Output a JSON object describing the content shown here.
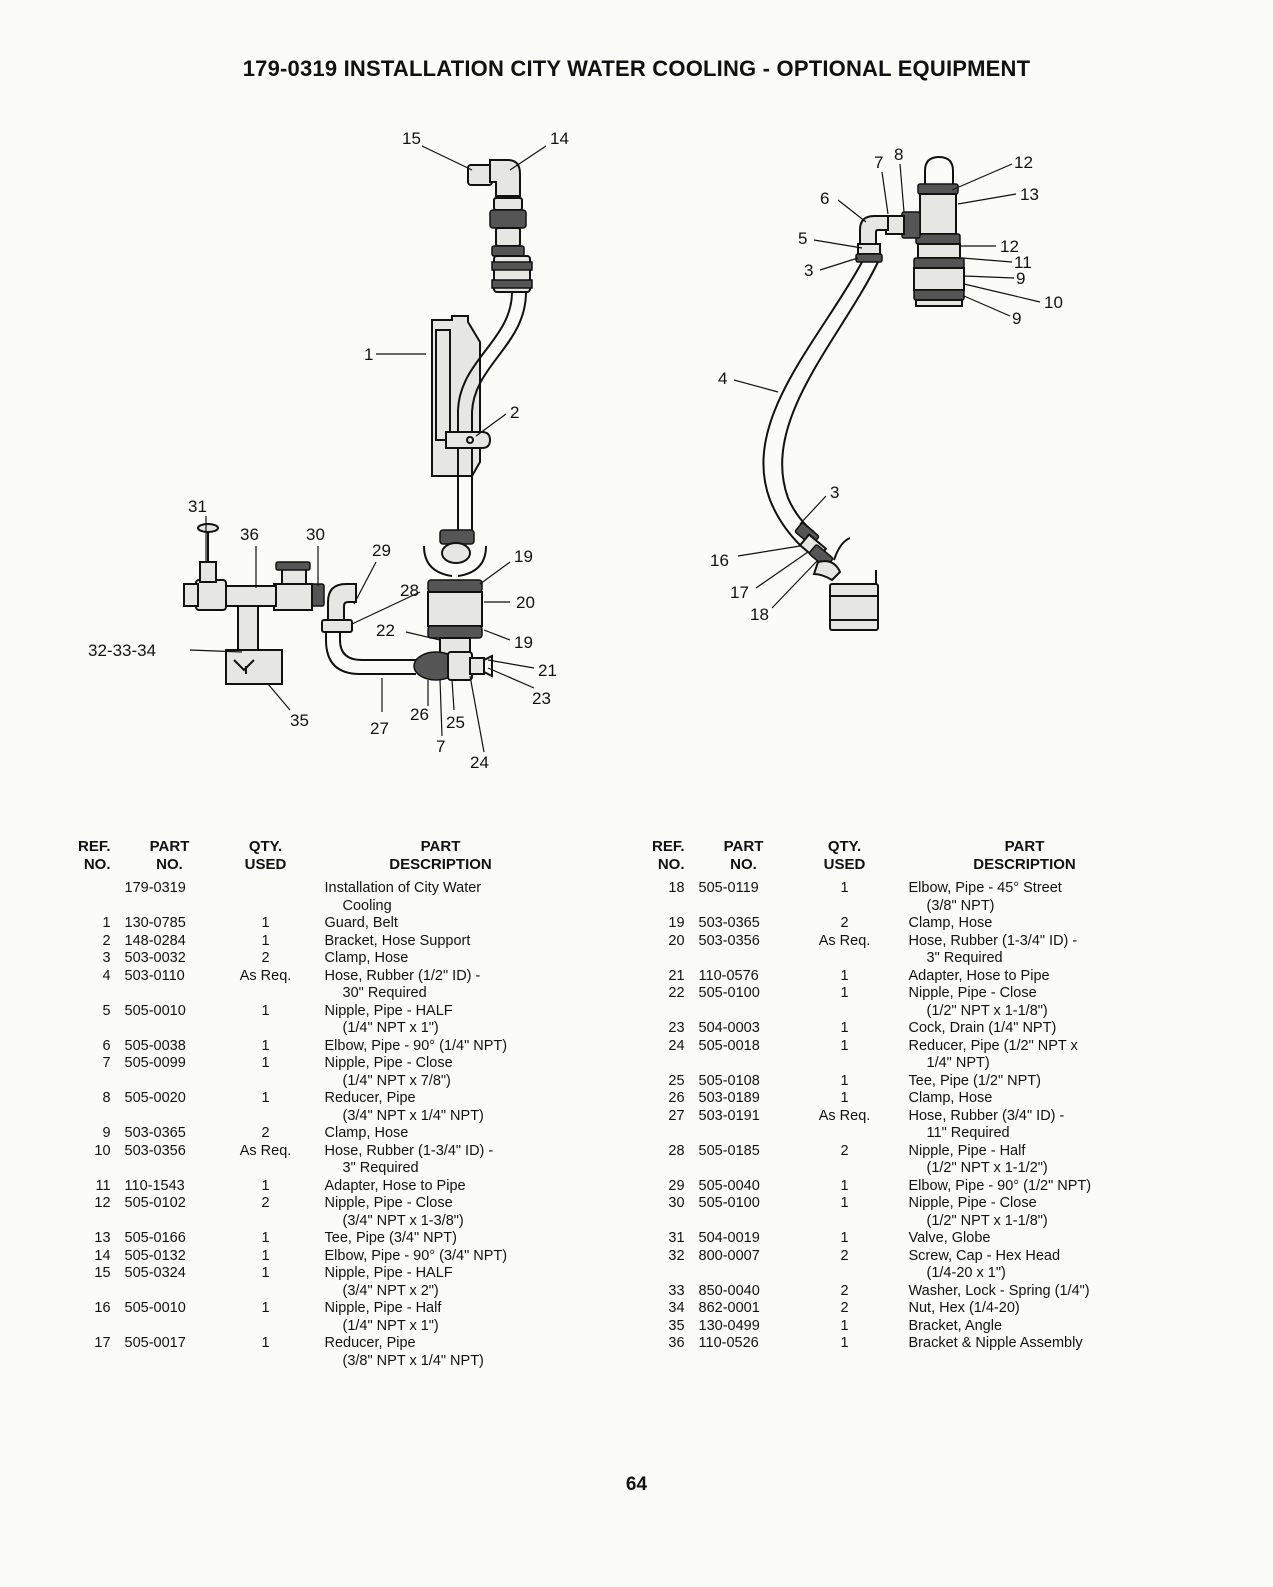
{
  "title": "179-0319 INSTALLATION CITY WATER COOLING - OPTIONAL EQUIPMENT",
  "diagram": {
    "callouts": {
      "c1": "1",
      "c2": "2",
      "c3a": "3",
      "c3b": "3",
      "c4": "4",
      "c5": "5",
      "c6": "6",
      "c7a": "7",
      "c7b": "7",
      "c8": "8",
      "c9a": "9",
      "c9b": "9",
      "c10": "10",
      "c11": "11",
      "c12a": "12",
      "c12b": "12",
      "c13": "13",
      "c14": "14",
      "c15": "15",
      "c16": "16",
      "c17": "17",
      "c18": "18",
      "c19a": "19",
      "c19b": "19",
      "c20": "20",
      "c21": "21",
      "c22": "22",
      "c23": "23",
      "c24": "24",
      "c25": "25",
      "c26": "26",
      "c27": "27",
      "c28": "28",
      "c29": "29",
      "c30": "30",
      "c31": "31",
      "c323334": "32-33-34",
      "c35": "35",
      "c36": "36"
    }
  },
  "table": {
    "headers": {
      "ref_1": "REF.",
      "ref_2": "NO.",
      "part_1": "PART",
      "part_2": "NO.",
      "qty_1": "QTY.",
      "qty_2": "USED",
      "desc_1": "PART",
      "desc_2": "DESCRIPTION"
    },
    "left": [
      {
        "ref": "",
        "part": "179-0319",
        "qty": "",
        "desc": [
          "Installation of City Water",
          "Cooling"
        ]
      },
      {
        "ref": "1",
        "part": "130-0785",
        "qty": "1",
        "desc": [
          "Guard, Belt"
        ]
      },
      {
        "ref": "2",
        "part": "148-0284",
        "qty": "1",
        "desc": [
          "Bracket, Hose Support"
        ]
      },
      {
        "ref": "3",
        "part": "503-0032",
        "qty": "2",
        "desc": [
          "Clamp, Hose"
        ]
      },
      {
        "ref": "4",
        "part": "503-0110",
        "qty": "As Req.",
        "desc": [
          "Hose, Rubber (1/2\" ID) -",
          "30\" Required"
        ]
      },
      {
        "ref": "5",
        "part": "505-0010",
        "qty": "1",
        "desc": [
          "Nipple, Pipe - HALF",
          "(1/4\" NPT x 1\")"
        ]
      },
      {
        "ref": "6",
        "part": "505-0038",
        "qty": "1",
        "desc": [
          "Elbow, Pipe - 90° (1/4\" NPT)"
        ]
      },
      {
        "ref": "7",
        "part": "505-0099",
        "qty": "1",
        "desc": [
          "Nipple, Pipe - Close",
          "(1/4\" NPT x 7/8\")"
        ]
      },
      {
        "ref": "8",
        "part": "505-0020",
        "qty": "1",
        "desc": [
          "Reducer, Pipe",
          "(3/4\" NPT x 1/4\" NPT)"
        ]
      },
      {
        "ref": "9",
        "part": "503-0365",
        "qty": "2",
        "desc": [
          "Clamp, Hose"
        ]
      },
      {
        "ref": "10",
        "part": "503-0356",
        "qty": "As Req.",
        "desc": [
          "Hose, Rubber (1-3/4\" ID) -",
          "3\" Required"
        ]
      },
      {
        "ref": "11",
        "part": "110-1543",
        "qty": "1",
        "desc": [
          "Adapter, Hose to Pipe"
        ]
      },
      {
        "ref": "12",
        "part": "505-0102",
        "qty": "2",
        "desc": [
          "Nipple, Pipe - Close",
          "(3/4\" NPT x 1-3/8\")"
        ]
      },
      {
        "ref": "13",
        "part": "505-0166",
        "qty": "1",
        "desc": [
          "Tee, Pipe (3/4\" NPT)"
        ]
      },
      {
        "ref": "14",
        "part": "505-0132",
        "qty": "1",
        "desc": [
          "Elbow, Pipe - 90° (3/4\" NPT)"
        ]
      },
      {
        "ref": "15",
        "part": "505-0324",
        "qty": "1",
        "desc": [
          "Nipple, Pipe - HALF",
          "(3/4\" NPT x 2\")"
        ]
      },
      {
        "ref": "16",
        "part": "505-0010",
        "qty": "1",
        "desc": [
          "Nipple, Pipe - Half",
          "(1/4\" NPT x 1\")"
        ]
      },
      {
        "ref": "17",
        "part": "505-0017",
        "qty": "1",
        "desc": [
          "Reducer, Pipe",
          "(3/8\" NPT x 1/4\" NPT)"
        ]
      }
    ],
    "right": [
      {
        "ref": "18",
        "part": "505-0119",
        "qty": "1",
        "desc": [
          "Elbow, Pipe - 45° Street",
          "(3/8\" NPT)"
        ]
      },
      {
        "ref": "19",
        "part": "503-0365",
        "qty": "2",
        "desc": [
          "Clamp, Hose"
        ]
      },
      {
        "ref": "20",
        "part": "503-0356",
        "qty": "As Req.",
        "desc": [
          "Hose, Rubber (1-3/4\" ID) -",
          "3\" Required"
        ]
      },
      {
        "ref": "21",
        "part": "110-0576",
        "qty": "1",
        "desc": [
          "Adapter, Hose to Pipe"
        ]
      },
      {
        "ref": "22",
        "part": "505-0100",
        "qty": "1",
        "desc": [
          "Nipple, Pipe - Close",
          "(1/2\" NPT x 1-1/8\")"
        ]
      },
      {
        "ref": "23",
        "part": "504-0003",
        "qty": "1",
        "desc": [
          "Cock, Drain (1/4\" NPT)"
        ]
      },
      {
        "ref": "24",
        "part": "505-0018",
        "qty": "1",
        "desc": [
          "Reducer, Pipe (1/2\" NPT x",
          "1/4\" NPT)"
        ]
      },
      {
        "ref": "25",
        "part": "505-0108",
        "qty": "1",
        "desc": [
          "Tee, Pipe (1/2\" NPT)"
        ]
      },
      {
        "ref": "26",
        "part": "503-0189",
        "qty": "1",
        "desc": [
          "Clamp, Hose"
        ]
      },
      {
        "ref": "27",
        "part": "503-0191",
        "qty": "As Req.",
        "desc": [
          "Hose, Rubber (3/4\" ID) -",
          "11\" Required"
        ]
      },
      {
        "ref": "28",
        "part": "505-0185",
        "qty": "2",
        "desc": [
          "Nipple, Pipe - Half",
          "(1/2\" NPT x 1-1/2\")"
        ]
      },
      {
        "ref": "29",
        "part": "505-0040",
        "qty": "1",
        "desc": [
          "Elbow, Pipe - 90° (1/2\" NPT)"
        ]
      },
      {
        "ref": "30",
        "part": "505-0100",
        "qty": "1",
        "desc": [
          "Nipple, Pipe - Close",
          "(1/2\" NPT x 1-1/8\")"
        ]
      },
      {
        "ref": "31",
        "part": "504-0019",
        "qty": "1",
        "desc": [
          "Valve, Globe"
        ]
      },
      {
        "ref": "32",
        "part": "800-0007",
        "qty": "2",
        "desc": [
          "Screw, Cap - Hex Head",
          "(1/4-20 x 1\")"
        ]
      },
      {
        "ref": "33",
        "part": "850-0040",
        "qty": "2",
        "desc": [
          "Washer, Lock - Spring (1/4\")"
        ]
      },
      {
        "ref": "34",
        "part": "862-0001",
        "qty": "2",
        "desc": [
          "Nut, Hex (1/4-20)"
        ]
      },
      {
        "ref": "35",
        "part": "130-0499",
        "qty": "1",
        "desc": [
          "Bracket, Angle"
        ]
      },
      {
        "ref": "36",
        "part": "110-0526",
        "qty": "1",
        "desc": [
          "Bracket & Nipple Assembly"
        ]
      }
    ]
  },
  "page_number": "64"
}
